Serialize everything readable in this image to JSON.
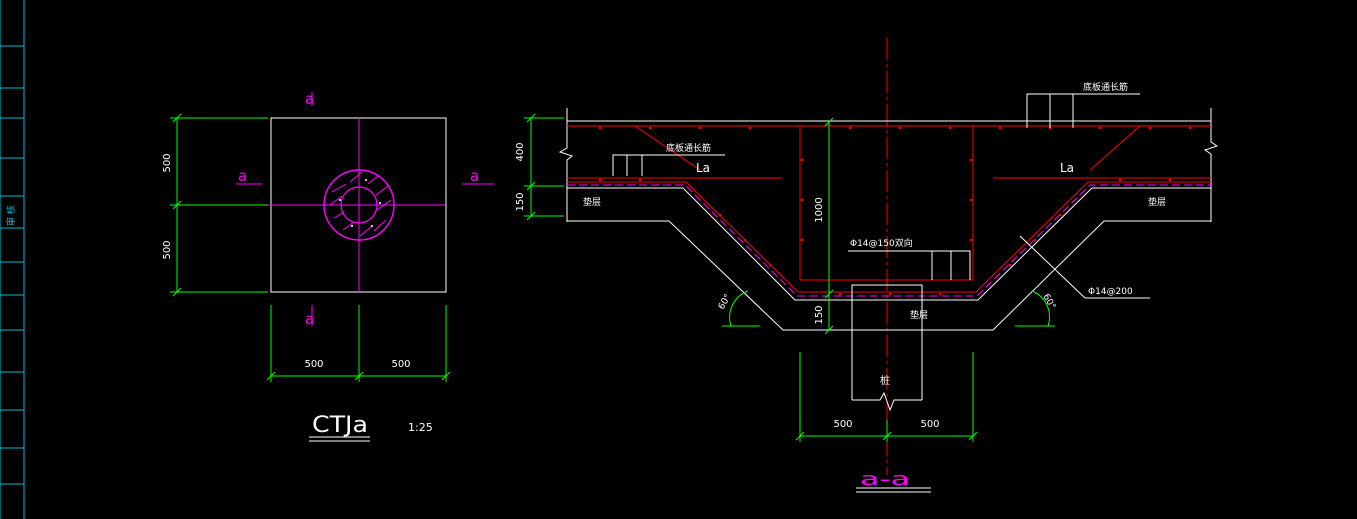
{
  "colors": {
    "background": "#000000",
    "outline": "#ffffff",
    "dimension": "#00ff00",
    "rebar": "#ff0000",
    "section_mark": "#ff00ff",
    "frame": "#00bcd4"
  },
  "title_block": {
    "label": "审 核"
  },
  "plan_view": {
    "title": "CTJa",
    "scale": "1:25",
    "section_mark_top": "a",
    "section_mark_bottom": "a",
    "section_mark_left": "a",
    "section_mark_right": "a",
    "dim_vertical_top": "500",
    "dim_vertical_bottom": "500",
    "dim_horizontal_left": "500",
    "dim_horizontal_right": "500"
  },
  "section_view": {
    "title": "a-a",
    "top_bar_label": "底板通长筋",
    "left_bar_label": "底板通长筋",
    "la_left": "La",
    "la_right": "La",
    "dim_top_layer": "400",
    "dim_pad_left": "150",
    "dim_pad_bottom": "150",
    "dim_depth": "1000",
    "cushion_left": "垫层",
    "cushion_right": "垫层",
    "cushion_bottom": "垫层",
    "pile_label": "桩",
    "bar_mesh_label": "Φ14@150双向",
    "bar_side_label": "Φ14@200",
    "angle_left": "60°",
    "angle_right": "60°",
    "dim_bottom_left": "500",
    "dim_bottom_right": "500"
  }
}
